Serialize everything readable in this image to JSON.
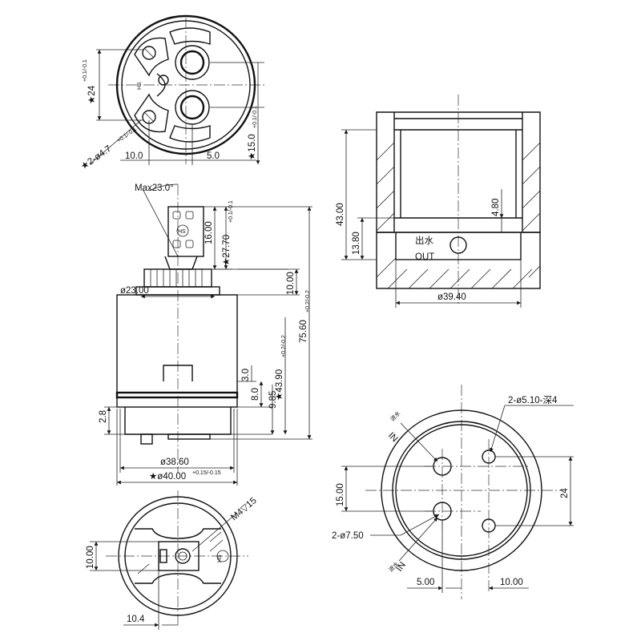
{
  "dims": {
    "top_dia24": "★24",
    "top_dia24_tol": "+0.1/-0.1",
    "top_hole": "★2-ø4.7",
    "top_hole_tol": "+0.1/-0.1",
    "top_10": "10.0",
    "top_5": "5.0",
    "top_15": "★15.0",
    "top_15_tol": "+0.1/-0.1",
    "max_angle": "Max23.0°",
    "d16": "16.00",
    "d27_70": "★27.70",
    "d27_tol": "+0.1/-0.1",
    "d23": "ø23.00",
    "d10": "10.00",
    "d75_60": "75.60",
    "d75_tol": "+0.2/-0.2",
    "d43_90": "★43.90",
    "d43_tol": "+0.2/-0.2",
    "d3": "3.0",
    "d8": "8.0",
    "d9_85": "9.85",
    "d2_8": "2.8",
    "d38_60": "ø38.60",
    "d40": "★ø40.00",
    "d40_tol": "+0.15/-0.15",
    "sec_43": "43.00",
    "sec_4_80": "4.80",
    "sec_13_80": "13.80",
    "sec_39_40": "ø39.40",
    "sec_label_cn": "出水",
    "sec_label_out": "OUT",
    "base_holes": "2-ø5.10-深4",
    "base_in_cn": "进水",
    "base_in": "IN",
    "base_15": "15.00",
    "base_24": "24",
    "base_7_50": "2-ø7.50",
    "base_5": "5.00",
    "base_10": "10.00",
    "bot_m4": "M4▽15",
    "bot_10": "10.00",
    "bot_10_4": "10.4",
    "logo": "HS"
  }
}
